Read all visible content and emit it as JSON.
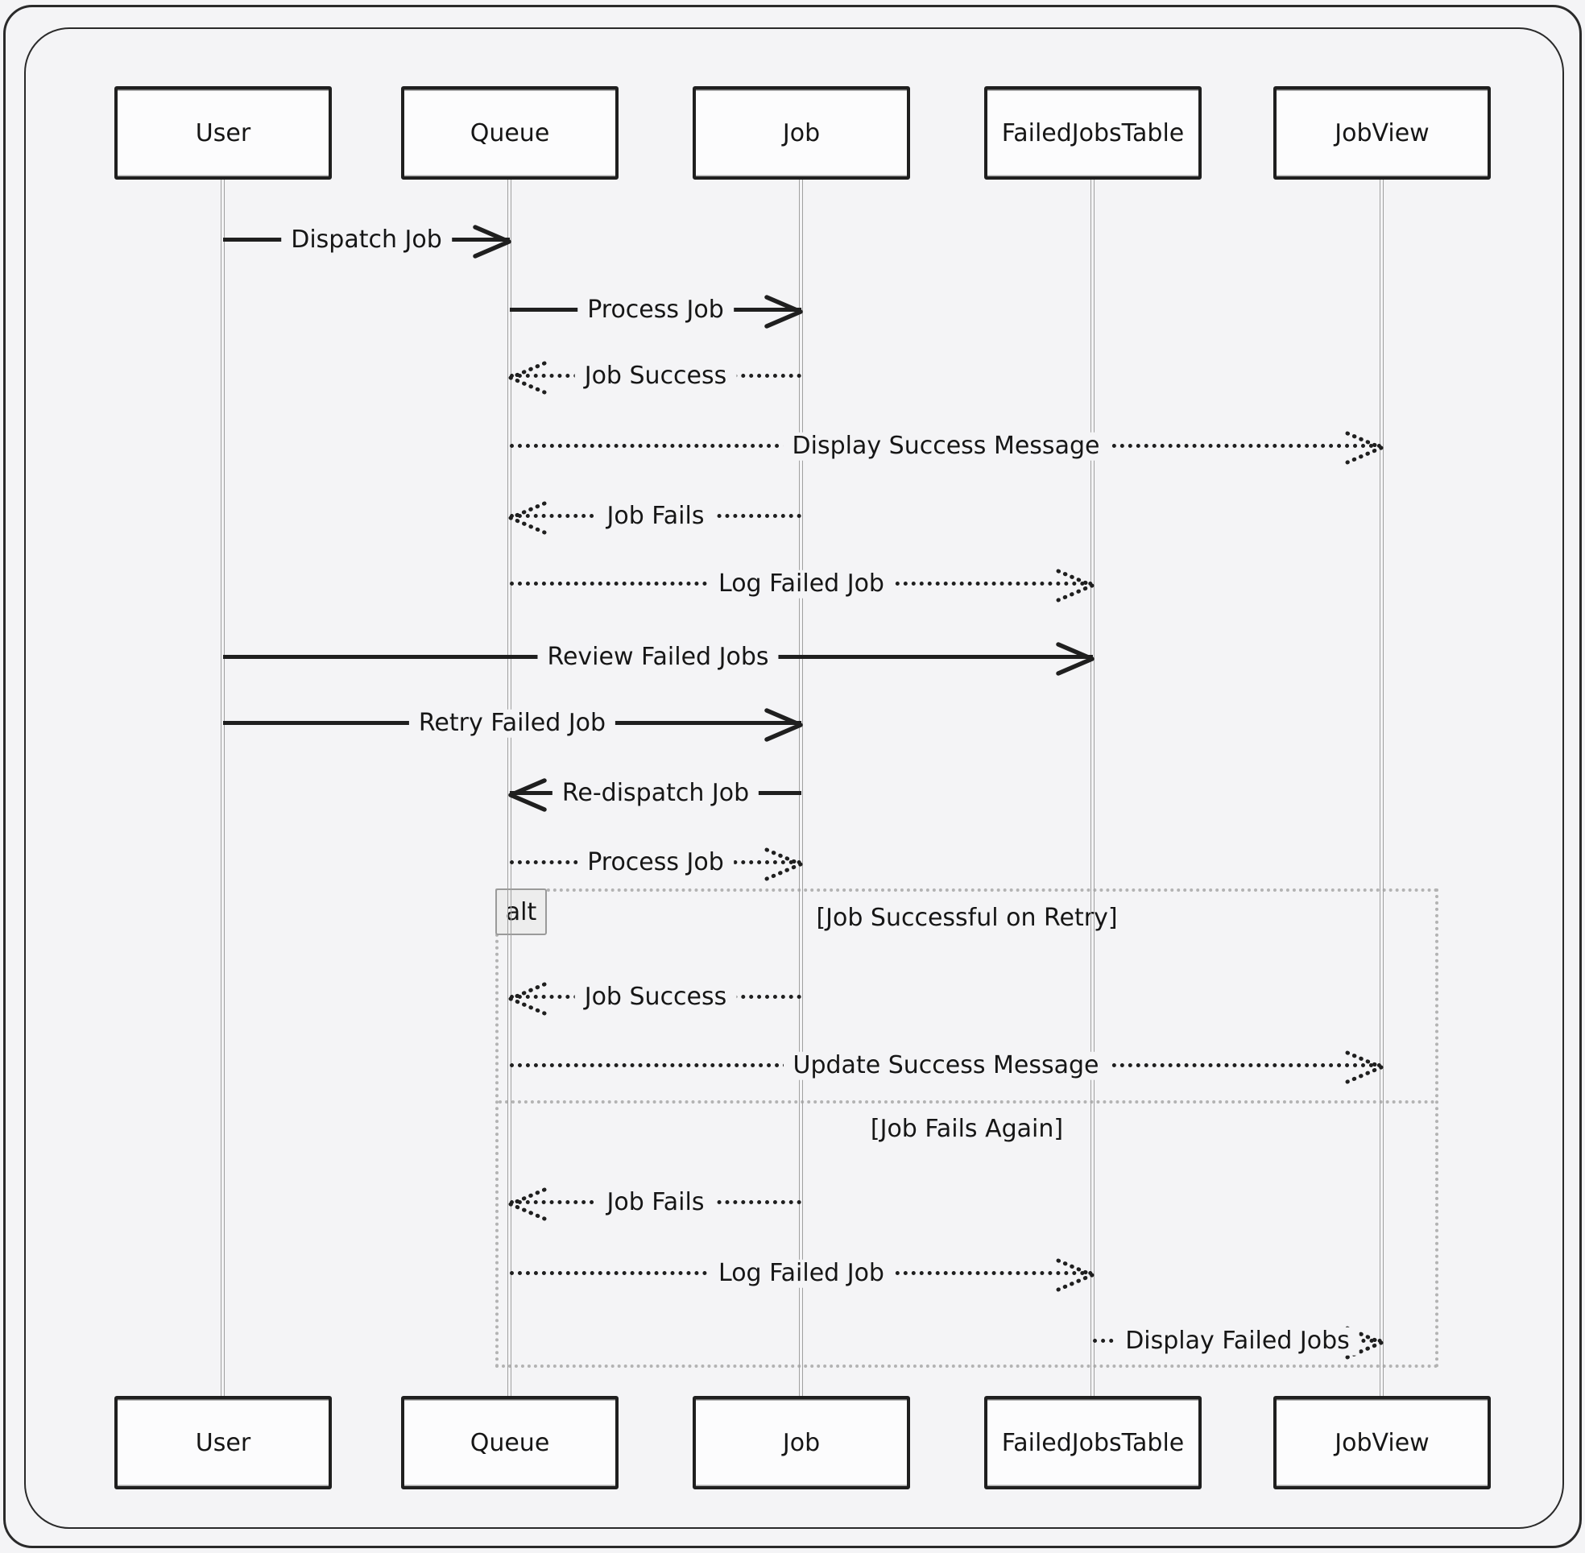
{
  "theme": {
    "background": "#f4f4f6",
    "line": "#1f1f1f",
    "lifeline": "#a0a0a0",
    "frame": "#2a2a2a",
    "alt_border": "#b3b3b3",
    "alt_label_bg": "#ededed",
    "text": "#161616",
    "box_bg": "#fcfcfd"
  },
  "diagram": {
    "type": "sequence",
    "actors": [
      {
        "name": "User"
      },
      {
        "name": "Queue"
      },
      {
        "name": "Job"
      },
      {
        "name": "FailedJobsTable"
      },
      {
        "name": "JobView"
      }
    ],
    "messages": [
      {
        "from": "User",
        "to": "Queue",
        "label": "Dispatch Job",
        "line": "solid"
      },
      {
        "from": "Queue",
        "to": "Job",
        "label": "Process Job",
        "line": "solid"
      },
      {
        "from": "Job",
        "to": "Queue",
        "label": "Job Success",
        "line": "dashed"
      },
      {
        "from": "Queue",
        "to": "JobView",
        "label": "Display Success Message",
        "line": "dashed"
      },
      {
        "from": "Job",
        "to": "Queue",
        "label": "Job Fails",
        "line": "dashed"
      },
      {
        "from": "Queue",
        "to": "FailedJobsTable",
        "label": "Log Failed Job",
        "line": "dashed"
      },
      {
        "from": "User",
        "to": "FailedJobsTable",
        "label": "Review Failed Jobs",
        "line": "solid"
      },
      {
        "from": "User",
        "to": "Job",
        "label": "Retry Failed Job",
        "line": "solid"
      },
      {
        "from": "Job",
        "to": "Queue",
        "label": "Re-dispatch Job",
        "line": "solid"
      },
      {
        "from": "Queue",
        "to": "Job",
        "label": "Process Job",
        "line": "dashed"
      },
      {
        "from": "Job",
        "to": "Queue",
        "label": "Job Success",
        "line": "dashed"
      },
      {
        "from": "Queue",
        "to": "JobView",
        "label": "Update Success Message",
        "line": "dashed"
      },
      {
        "from": "Job",
        "to": "Queue",
        "label": "Job Fails",
        "line": "dashed"
      },
      {
        "from": "Queue",
        "to": "FailedJobsTable",
        "label": "Log Failed Job",
        "line": "dashed"
      },
      {
        "from": "FailedJobsTable",
        "to": "JobView",
        "label": "Display Failed Jobs",
        "line": "dashed"
      }
    ],
    "alt": {
      "keyword": "alt",
      "sections": [
        {
          "condition": "[Job Successful on Retry]"
        },
        {
          "condition": "[Job Fails Again]"
        }
      ]
    }
  }
}
